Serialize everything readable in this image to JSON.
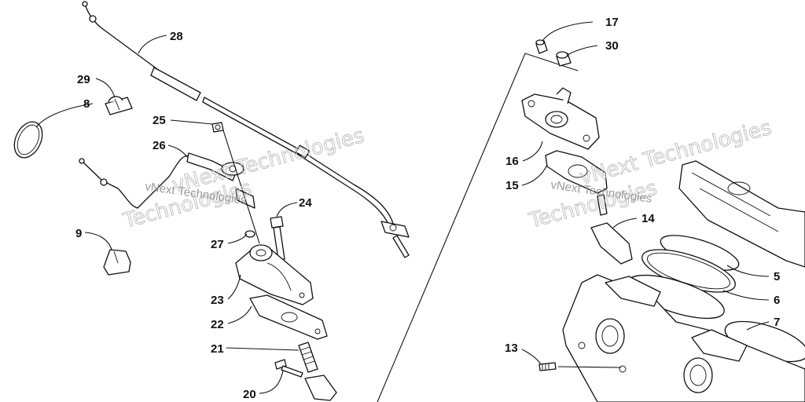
{
  "callouts": [
    {
      "id": "c28",
      "label": "28"
    },
    {
      "id": "c29",
      "label": "29"
    },
    {
      "id": "c8",
      "label": "8"
    },
    {
      "id": "c25",
      "label": "25"
    },
    {
      "id": "c26",
      "label": "26"
    },
    {
      "id": "c24",
      "label": "24"
    },
    {
      "id": "c9",
      "label": "9"
    },
    {
      "id": "c27",
      "label": "27"
    },
    {
      "id": "c23",
      "label": "23"
    },
    {
      "id": "c22",
      "label": "22"
    },
    {
      "id": "c21",
      "label": "21"
    },
    {
      "id": "c20",
      "label": "20"
    },
    {
      "id": "c17",
      "label": "17"
    },
    {
      "id": "c30",
      "label": "30"
    },
    {
      "id": "c16",
      "label": "16"
    },
    {
      "id": "c15",
      "label": "15"
    },
    {
      "id": "c14",
      "label": "14"
    },
    {
      "id": "c5",
      "label": "5"
    },
    {
      "id": "c6",
      "label": "6"
    },
    {
      "id": "c7",
      "label": "7"
    },
    {
      "id": "c13",
      "label": "13"
    }
  ],
  "watermarks": {
    "line1": "vNext Technologies",
    "line2": "Technologies",
    "small": "vNext Technologies"
  }
}
